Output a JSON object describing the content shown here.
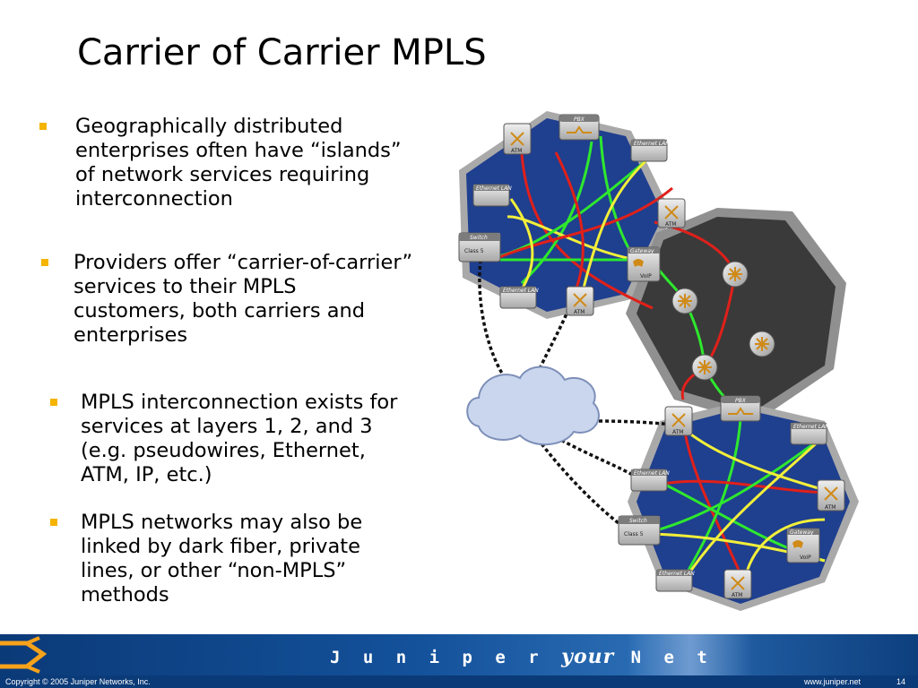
{
  "slide": {
    "title": "Carrier of Carrier MPLS",
    "bullets": [
      {
        "text": "Geographically distributed enterprises often have “islands” of network services requiring interconnection"
      },
      {
        "text": "Providers offer “carrier-of-carrier” services to their MPLS customers, both carriers and enterprises"
      },
      {
        "text": "MPLS interconnection exists for services at layers 1, 2, and 3 (e.g. pseudowires, Ethernet, ATM, IP, etc.)"
      },
      {
        "text": "MPLS networks may also be linked by dark fiber, private lines, or other “non-MPLS” methods"
      }
    ]
  },
  "diagram": {
    "device_labels": {
      "pbx": "PBX",
      "ethernet_lan": "Ethernet LAN",
      "atm": "ATM",
      "switch": "Switch",
      "class5": "Class 5",
      "gateway": "Gateway",
      "voip": "VoIP"
    },
    "colors": {
      "mpls_cloud": "#1f3f8f",
      "carrier_core": "#3a3a3a",
      "link_red": "#e0201a",
      "link_green": "#2ee82e",
      "link_yellow": "#f2ef3a",
      "cloud_fill": "#c9d6ee"
    }
  },
  "footer": {
    "brand_left": "J u n i p e r",
    "brand_your": "your",
    "brand_right": "N e t",
    "copyright": "Copyright © 2005 Juniper Networks, Inc.",
    "url": "www.juniper.net",
    "page_number": "14"
  }
}
